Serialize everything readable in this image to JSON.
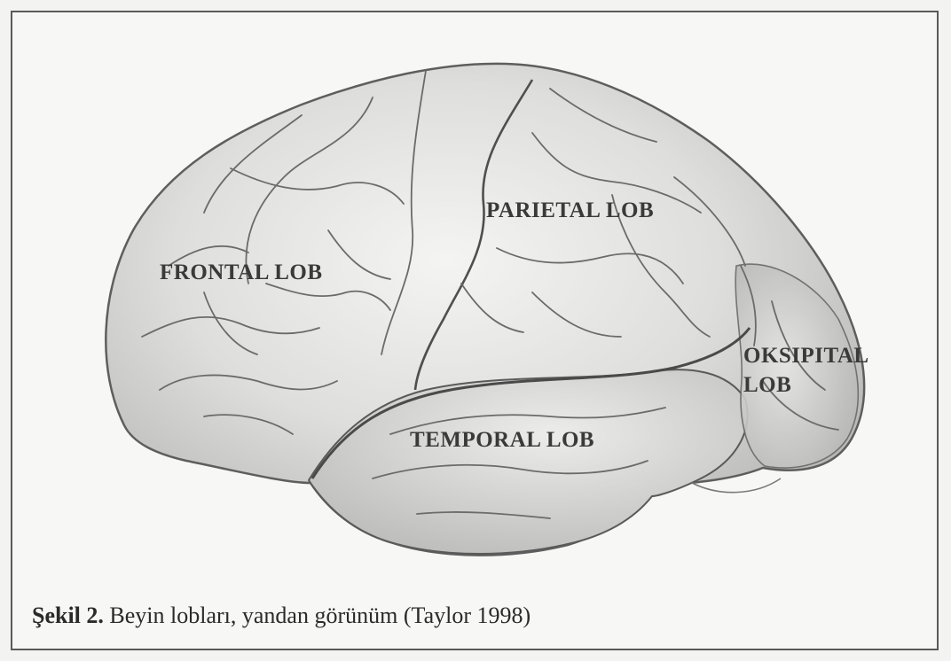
{
  "diagram": {
    "lobes": {
      "frontal": "FRONTAL LOB",
      "parietal": "PARIETAL LOB",
      "temporal": "TEMPORAL LOB",
      "oksipital": "OKSIPITAL\nLOB"
    }
  },
  "caption": {
    "label": "Şekil 2.",
    "text": " Beyin lobları, yandan görünüm (Taylor 1998)"
  }
}
